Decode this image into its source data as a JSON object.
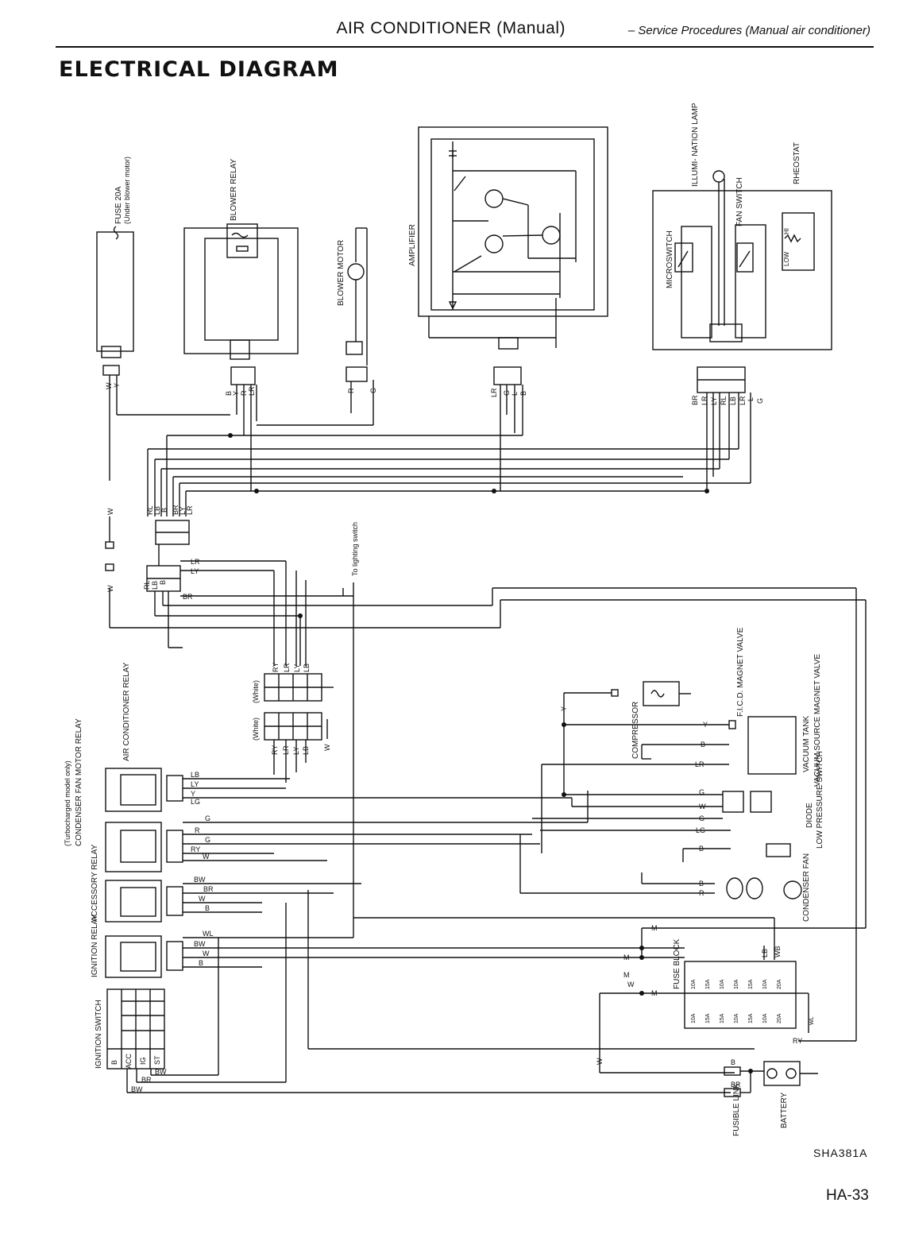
{
  "header": {
    "main": "AIR CONDITIONER (Manual)",
    "sub": "– Service Procedures (Manual air conditioner)"
  },
  "section_title": "ELECTRICAL DIAGRAM",
  "figure_code": "SHA381A",
  "page_number": "HA-33",
  "components": {
    "fuse": "FUSE 20A",
    "fuse_note": "(Under blower motor)",
    "blower_relay": "BLOWER RELAY",
    "blower_motor": "BLOWER MOTOR",
    "amplifier": "AMPLIFIER",
    "microswitch": "MICROSWITCH",
    "illumination_lamp": "ILLUMI- NATION LAMP",
    "fan_switch": "FAN SWITCH",
    "rheostat": "RHEOSTAT",
    "rheostat_hi": "HI",
    "rheostat_low": "LOW",
    "to_lighting_switch": "To lighting switch",
    "white_1": "(White)",
    "white_2": "(White)",
    "condenser_fan_motor_relay": "CONDENSER FAN MOTOR RELAY",
    "condenser_note": "(Turbocharged model only)",
    "air_conditioner_relay": "AIR CONDITIONER RELAY",
    "accessory_relay": "ACCESSORY RELAY",
    "ignition_relay": "IGNITION RELAY",
    "ignition_switch": "IGNITION SWITCH",
    "compressor": "COMPRESSOR",
    "ficd": "F.I.C.D. MAGNET VALVE",
    "vacuum_tank": "VACUUM TANK",
    "vacuum_source": "VACUUM SOURCE MAGNET VALVE",
    "diode": "DIODE",
    "low_pressure_switch": "LOW PRESSURE SWITCH",
    "condenser_fan": "CONDENSER FAN",
    "fuse_block": "FUSE BLOCK",
    "battery": "BATTERY",
    "fusible_link": "FUSIBLE LINK"
  },
  "ignition_switch_positions": [
    "B",
    "ACC",
    "IG",
    "ST"
  ],
  "fuse_ratings_top": [
    "10A",
    "15A",
    "10A",
    "10A",
    "15A",
    "10A",
    "20A"
  ],
  "fuse_ratings_bottom": [
    "10A",
    "15A",
    "15A",
    "10A",
    "15A",
    "10A",
    "20A"
  ],
  "wires": {
    "fuse_conn": [
      "W",
      "Y"
    ],
    "blower_relay_conn": [
      "B",
      "Y",
      "R",
      "LR"
    ],
    "blower_motor_conn": [
      "R",
      "G"
    ],
    "amplifier_conn": [
      "LR",
      "G",
      "L",
      "B"
    ],
    "switch_conn": [
      "BR",
      "LR",
      "LY",
      "RL",
      "LB",
      "LR",
      "L",
      "G"
    ],
    "mid_conn_1": [
      "RL",
      "LB",
      "B",
      "BR",
      "LY",
      "LR"
    ],
    "mid_conn_2": [
      "LR",
      "LY",
      "RL",
      "LB",
      "B",
      "BR"
    ],
    "w_1": "W",
    "w_2": "W",
    "white_conn_top": [
      "RY",
      "LR",
      "LY",
      "LB"
    ],
    "white_conn_bottom": [
      "RY",
      "LR",
      "LY",
      "LB",
      "W"
    ],
    "acr_wires": [
      "LB",
      "LY",
      "Y",
      "LG"
    ],
    "cfr_wires": [
      "G",
      "R",
      "G",
      "RY",
      "W"
    ],
    "acc_wires": [
      "BW",
      "BR",
      "W",
      "B"
    ],
    "ign_wires": [
      "WL",
      "BW",
      "W",
      "B"
    ],
    "ign_sw_wires": [
      "BW",
      "BR",
      "BW"
    ],
    "right_wires": [
      "Y",
      "Y",
      "B",
      "LR",
      "G",
      "W",
      "G",
      "LG",
      "B",
      "B",
      "R",
      "M",
      "M",
      "M",
      "W",
      "M",
      "LB",
      "WB",
      "WL",
      "RY",
      "W",
      "B",
      "BR"
    ]
  }
}
